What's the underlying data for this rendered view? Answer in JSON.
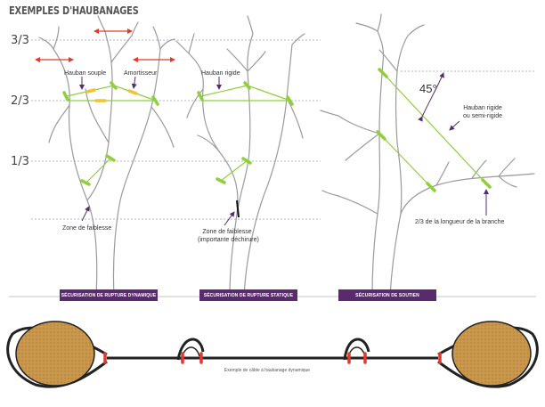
{
  "title": "EXEMPLES D'HAUBANAGES",
  "levels": [
    "3/3",
    "2/3",
    "1/3"
  ],
  "labels": {
    "hauban_souple": "Hauban souple",
    "amortisseur": "Amortisseur",
    "zone_faiblesse_1": "Zone de faiblesse",
    "hauban_rigide": "Hauban rigide",
    "zone_faiblesse_2_line1": "Zone de faiblesse",
    "zone_faiblesse_2_line2": "(importante déchirure)",
    "angle": "45°",
    "hauban_rigide_semi_line1": "Hauban rigide",
    "hauban_rigide_semi_line2": "ou semi-rigide",
    "longueur_branche": "2/3 de la longueur de la branche"
  },
  "banners": {
    "dynamique": "SÉCURISATION DE RUPTURE DYNAMIQUE",
    "statique": "SÉCURISATION DE RUPTURE STATIQUE",
    "soutien": "SÉCURISATION DE SOUTIEN"
  },
  "caption": "Exemple de câble à haubanage dynamique",
  "colors": {
    "cable_green": "#8fcf3c",
    "shock_absorber_yellow": "#f2c230",
    "arrow_red": "#e03a2f",
    "pointer_purple": "#5a2a6e",
    "banner_purple": "#5a2a6e",
    "tree_outline": "#9a9a9a",
    "wood_disc": "#c8964a",
    "cable_black": "#222222"
  }
}
